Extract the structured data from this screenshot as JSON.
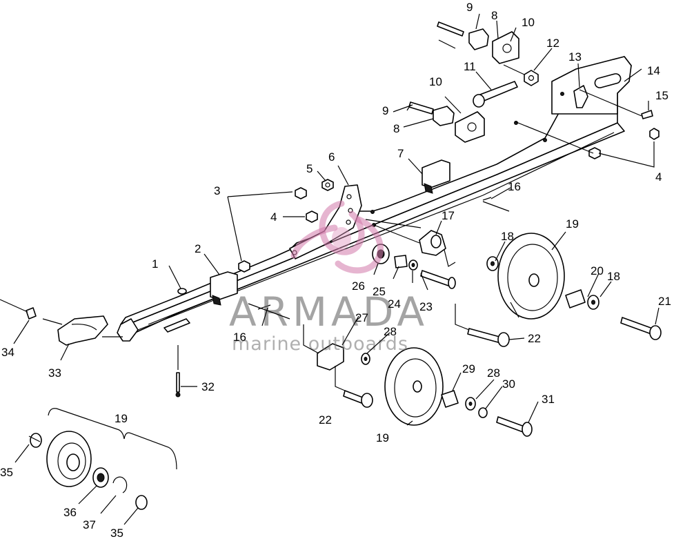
{
  "watermark": {
    "brand": "ARMADA",
    "tagline": "marine outboards"
  },
  "callouts": [
    {
      "id": "c1",
      "label": "1"
    },
    {
      "id": "c2",
      "label": "2"
    },
    {
      "id": "c3",
      "label": "3"
    },
    {
      "id": "c4a",
      "label": "4"
    },
    {
      "id": "c4b",
      "label": "4"
    },
    {
      "id": "c5",
      "label": "5"
    },
    {
      "id": "c6",
      "label": "6"
    },
    {
      "id": "c7",
      "label": "7"
    },
    {
      "id": "c8a",
      "label": "8"
    },
    {
      "id": "c8b",
      "label": "8"
    },
    {
      "id": "c9a",
      "label": "9"
    },
    {
      "id": "c9b",
      "label": "9"
    },
    {
      "id": "c10a",
      "label": "10"
    },
    {
      "id": "c10b",
      "label": "10"
    },
    {
      "id": "c11",
      "label": "11"
    },
    {
      "id": "c12",
      "label": "12"
    },
    {
      "id": "c13",
      "label": "13"
    },
    {
      "id": "c14",
      "label": "14"
    },
    {
      "id": "c15",
      "label": "15"
    },
    {
      "id": "c16a",
      "label": "16"
    },
    {
      "id": "c16b",
      "label": "16"
    },
    {
      "id": "c17",
      "label": "17"
    },
    {
      "id": "c18a",
      "label": "18"
    },
    {
      "id": "c18b",
      "label": "18"
    },
    {
      "id": "c19a",
      "label": "19"
    },
    {
      "id": "c19b",
      "label": "19"
    },
    {
      "id": "c19c",
      "label": "19"
    },
    {
      "id": "c20",
      "label": "20"
    },
    {
      "id": "c21",
      "label": "21"
    },
    {
      "id": "c22a",
      "label": "22"
    },
    {
      "id": "c22b",
      "label": "22"
    },
    {
      "id": "c23",
      "label": "23"
    },
    {
      "id": "c24",
      "label": "24"
    },
    {
      "id": "c25",
      "label": "25"
    },
    {
      "id": "c26",
      "label": "26"
    },
    {
      "id": "c27",
      "label": "27"
    },
    {
      "id": "c28a",
      "label": "28"
    },
    {
      "id": "c28b",
      "label": "28"
    },
    {
      "id": "c29",
      "label": "29"
    },
    {
      "id": "c30",
      "label": "30"
    },
    {
      "id": "c31",
      "label": "31"
    },
    {
      "id": "c32",
      "label": "32"
    },
    {
      "id": "c33",
      "label": "33"
    },
    {
      "id": "c34",
      "label": "34"
    },
    {
      "id": "c35a",
      "label": "35"
    },
    {
      "id": "c35b",
      "label": "35"
    },
    {
      "id": "c36",
      "label": "36"
    },
    {
      "id": "c37",
      "label": "37"
    }
  ]
}
